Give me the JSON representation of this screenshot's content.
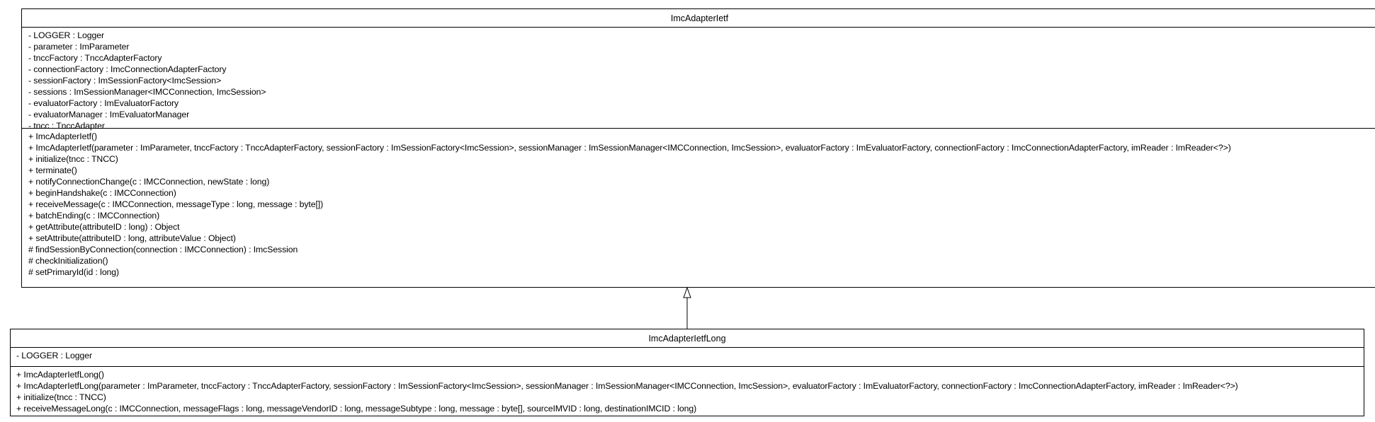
{
  "parent_class": {
    "name": "ImcAdapterIetf",
    "attributes": [
      "- LOGGER : Logger",
      "- parameter : ImParameter",
      "- tnccFactory : TnccAdapterFactory",
      "- connectionFactory : ImcConnectionAdapterFactory",
      "- sessionFactory : ImSessionFactory<ImcSession>",
      "- sessions : ImSessionManager<IMCConnection, ImcSession>",
      "- evaluatorFactory : ImEvaluatorFactory",
      "- evaluatorManager : ImEvaluatorManager",
      "- tncc : TnccAdapter"
    ],
    "operations": [
      "+ ImcAdapterIetf()",
      "+ ImcAdapterIetf(parameter : ImParameter, tnccFactory : TnccAdapterFactory, sessionFactory : ImSessionFactory<ImcSession>, sessionManager : ImSessionManager<IMCConnection, ImcSession>, evaluatorFactory : ImEvaluatorFactory, connectionFactory : ImcConnectionAdapterFactory, imReader : ImReader<?>)",
      "+ initialize(tncc : TNCC)",
      "+ terminate()",
      "+ notifyConnectionChange(c : IMCConnection, newState : long)",
      "+ beginHandshake(c : IMCConnection)",
      "+ receiveMessage(c : IMCConnection, messageType : long, message : byte[])",
      "+ batchEnding(c : IMCConnection)",
      "+ getAttribute(attributeID : long) : Object",
      "+ setAttribute(attributeID : long, attributeValue : Object)",
      "# findSessionByConnection(connection : IMCConnection) : ImcSession",
      "# checkInitialization()",
      "# setPrimaryId(id : long)"
    ]
  },
  "child_class": {
    "name": "ImcAdapterIetfLong",
    "attributes": [
      "- LOGGER : Logger"
    ],
    "operations": [
      "+ ImcAdapterIetfLong()",
      "+ ImcAdapterIetfLong(parameter : ImParameter, tnccFactory : TnccAdapterFactory, sessionFactory : ImSessionFactory<ImcSession>, sessionManager : ImSessionManager<IMCConnection, ImcSession>, evaluatorFactory : ImEvaluatorFactory, connectionFactory : ImcConnectionAdapterFactory, imReader : ImReader<?>)",
      "+ initialize(tncc : TNCC)",
      "+ receiveMessageLong(c : IMCConnection, messageFlags : long, messageVendorID : long, messageSubtype : long, message : byte[], sourceIMVID : long, destinationIMCID : long)"
    ]
  },
  "relationship": {
    "type": "generalization",
    "from": "ImcAdapterIetfLong",
    "to": "ImcAdapterIetf"
  }
}
